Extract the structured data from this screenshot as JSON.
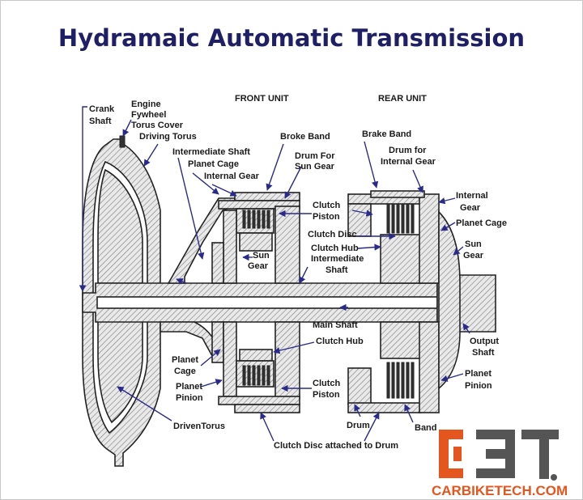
{
  "title": "Hydramaic Automatic Transmission",
  "headers": {
    "front": "FRONT UNIT",
    "rear": "REAR UNIT"
  },
  "labels": {
    "crank_shaft": [
      "Crank",
      "Shaft"
    ],
    "engine_flywheel": [
      "Engine",
      "Fywheel",
      "Torus Cover"
    ],
    "driving_torus": "Driving Torus",
    "intermediate_shaft_top": "Intermediate Shaft",
    "planet_cage_front": "Planet Cage",
    "internal_gear_front": "Internal Gear",
    "broke_band": "Broke Band",
    "drum_sun_gear": [
      "Drum For",
      "Sun Gear"
    ],
    "clutch_piston_top": [
      "Clutch",
      "Piston"
    ],
    "clutch_disc": "Clutch Disc",
    "clutch_hub_top": "Clutch Hub",
    "intermediate_shaft_mid": [
      "Intermediate",
      "Shaft"
    ],
    "sun_gear_front": [
      "Sun",
      "Gear"
    ],
    "brake_band_rear": "Brake Band",
    "drum_internal_gear": [
      "Drum for",
      "Internal Gear"
    ],
    "internal_gear_rear": [
      "Internal",
      "Gear"
    ],
    "planet_cage_rear": "Planet Cage",
    "sun_gear_rear": [
      "Sun",
      "Gear"
    ],
    "main_shaft": "Main Shaft",
    "clutch_hub_bottom": "Clutch Hub",
    "output_shaft": [
      "Output",
      "Shaft"
    ],
    "planet_cage_bottom": [
      "Planet",
      "Cage"
    ],
    "planet_pinion_front": [
      "Planet",
      "Pinion"
    ],
    "clutch_piston_bottom": [
      "Clutch",
      "Piston"
    ],
    "planet_pinion_rear": [
      "Planet",
      "Pinion"
    ],
    "drum": "Drum",
    "band": "Band",
    "driven_torus": "DrivenTorus",
    "clutch_disc_drum": "Clutch Disc attached to Drum"
  },
  "logo": {
    "mark": "C3T",
    "text": "CARBIKETECH.COM"
  },
  "colors": {
    "title": "#1f1f66",
    "arrow": "#2a2a8a",
    "logo_orange": "#e4561e",
    "logo_gray": "#555555"
  }
}
